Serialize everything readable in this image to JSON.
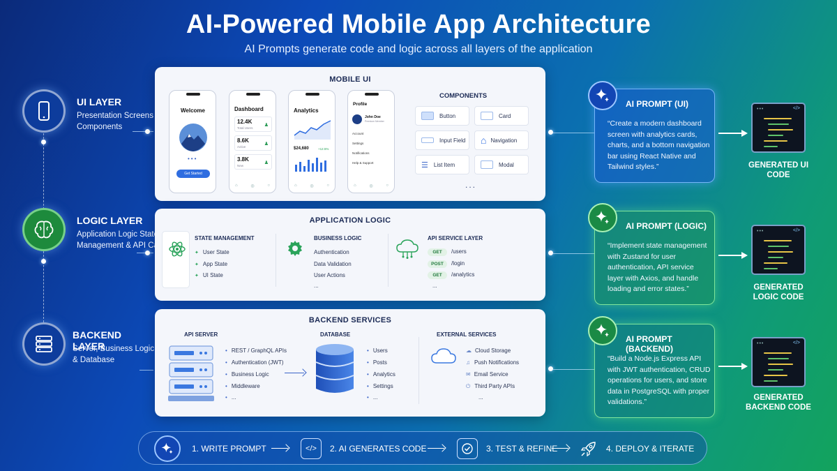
{
  "header": {
    "title": "AI-Powered Mobile App Architecture",
    "subtitle": "AI Prompts generate code and logic across all layers of the application"
  },
  "layers": [
    {
      "title": "UI LAYER",
      "desc": "Presentation Screens & Components",
      "icon": "smartphone-icon"
    },
    {
      "title": "LOGIC LAYER",
      "desc": "Application Logic State Management & API Calls",
      "icon": "brain-icon"
    },
    {
      "title": "BACKEND LAYER",
      "desc": "Server, Business Logic & Database",
      "icon": "server-icon"
    }
  ],
  "mobile_ui": {
    "title": "MOBILE UI",
    "phones": {
      "welcome": {
        "title": "Welcome",
        "button": "Get Started"
      },
      "dashboard": {
        "title": "Dashboard",
        "stats": [
          {
            "value": "12.4K",
            "label": "Total Users"
          },
          {
            "value": "8.6K",
            "label": "Active"
          },
          {
            "value": "3.8K",
            "label": "New"
          }
        ]
      },
      "analytics": {
        "title": "Analytics",
        "value": "$24,680",
        "change": "+12.5%"
      },
      "profile": {
        "title": "Profile",
        "name": "John Doe",
        "role": "Premium Member",
        "menu": [
          "Account",
          "Settings",
          "Notifications",
          "Help & Support"
        ]
      }
    },
    "components_title": "COMPONENTS",
    "components": [
      "Button",
      "Card",
      "Input Field",
      "Navigation",
      "List Item",
      "Modal"
    ],
    "more": "..."
  },
  "app_logic": {
    "title": "APPLICATION LOGIC",
    "state": {
      "title": "STATE MANAGEMENT",
      "items": [
        "User State",
        "App State",
        "UI State"
      ]
    },
    "business": {
      "title": "BUSINESS LOGIC",
      "items": [
        "Authentication",
        "Data Validation",
        "User Actions"
      ],
      "more": "..."
    },
    "api": {
      "title": "API SERVICE LAYER",
      "endpoints": [
        {
          "method": "GET",
          "path": "/users"
        },
        {
          "method": "POST",
          "path": "/login"
        },
        {
          "method": "GET",
          "path": "/analytics"
        }
      ],
      "more": "..."
    }
  },
  "backend": {
    "title": "BACKEND SERVICES",
    "api_server": {
      "title": "API SERVER",
      "items": [
        "REST / GraphQL APIs",
        "Authentication (JWT)",
        "Business Logic",
        "Middleware",
        "..."
      ]
    },
    "database": {
      "title": "DATABASE",
      "items": [
        "Users",
        "Posts",
        "Analytics",
        "Settings",
        "..."
      ]
    },
    "external": {
      "title": "EXTERNAL SERVICES",
      "items": [
        "Cloud Storage",
        "Push Notifications",
        "Email Service",
        "Third Party APIs",
        "..."
      ]
    }
  },
  "prompts": [
    {
      "title": "AI PROMPT (UI)",
      "text": "“Create a modern dashboard screen with analytics cards, charts, and a bottom navigation bar using React Native and Tailwind styles.”",
      "output": "GENERATED UI CODE"
    },
    {
      "title": "AI PROMPT (LOGIC)",
      "text": "“Implement state management with Zustand for user authentication, API service layer with Axios, and handle loading and error states.”",
      "output": "GENERATED LOGIC CODE"
    },
    {
      "title": "AI PROMPT (BACKEND)",
      "text": "“Build a Node.js Express API with JWT authentication, CRUD operations for users, and store data in PostgreSQL with proper validations.”",
      "output": "GENERATED BACKEND CODE"
    }
  ],
  "steps": [
    "1. WRITE PROMPT",
    "2. AI GENERATES CODE",
    "3. TEST & REFINE",
    "4. DEPLOY & ITERATE"
  ],
  "colors": {
    "accent_blue": "#2f6de0",
    "accent_green": "#2aa35a",
    "panel_bg": "#f4f6fb"
  }
}
